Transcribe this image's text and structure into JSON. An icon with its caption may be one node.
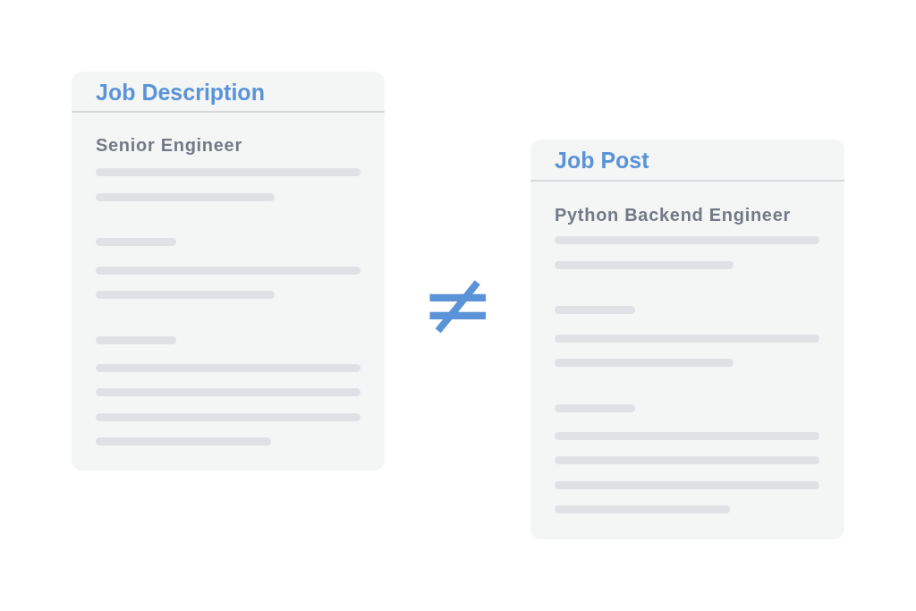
{
  "diagram": {
    "nodes": [
      {
        "text": [
          "Job Description",
          "Senior Engineer"
        ]
      },
      {
        "text": [
          "Job Post",
          "Python Backend Engineer"
        ]
      }
    ],
    "labels": [
      "≠"
    ]
  }
}
